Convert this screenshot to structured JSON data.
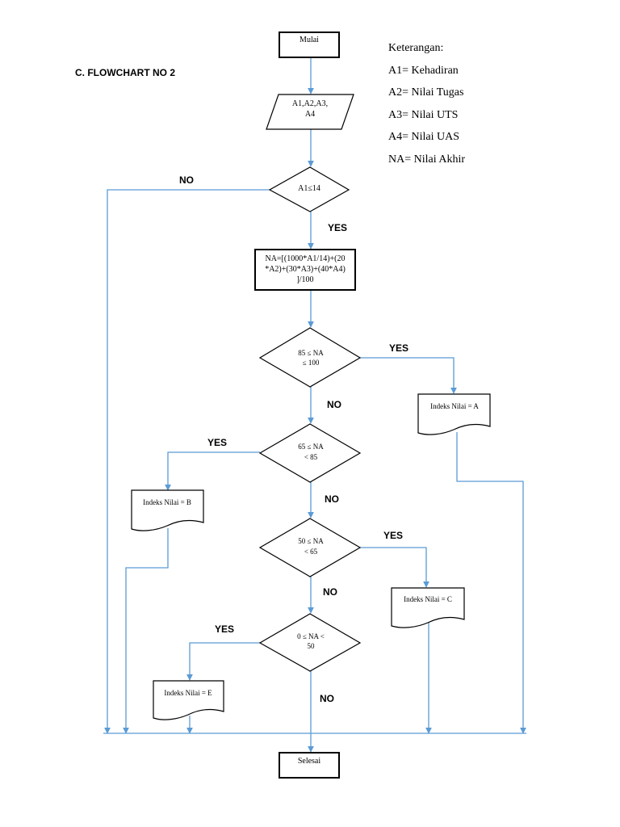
{
  "heading": "C. FLOWCHART NO 2",
  "legend": {
    "title": "Keterangan:",
    "items": [
      "A1= Kehadiran",
      "A2= Nilai Tugas",
      "A3= Nilai UTS",
      "A4= Nilai UAS",
      "NA= Nilai Akhir"
    ]
  },
  "nodes": {
    "start": "Mulai",
    "input": [
      "A1,A2,A3,",
      "A4"
    ],
    "check_attendance": "A1≤14",
    "compute": [
      "NA=[(1000*A1/14)+(20",
      "*A2)+(30*A3)+(40*A4)",
      "]/100"
    ],
    "decision_a": [
      "85 ≤ NA",
      "≤ 100"
    ],
    "decision_b": [
      "65 ≤ NA",
      "< 85"
    ],
    "decision_c": [
      "50 ≤ NA",
      "< 65"
    ],
    "decision_e": [
      "0 ≤ NA <",
      "50"
    ],
    "output_a": "Indeks Nilai = A",
    "output_b": "Indeks Nilai = B",
    "output_c": "Indeks Nilai = C",
    "output_e": "Indeks Nilai = E",
    "end": "Selesai"
  },
  "edge_labels": {
    "no_attendance": "NO",
    "yes_attendance": "YES",
    "yes_a": "YES",
    "no_a": "NO",
    "yes_b": "YES",
    "no_b": "NO",
    "yes_c": "YES",
    "no_c": "NO",
    "yes_e": "YES",
    "no_e": "NO"
  },
  "colors": {
    "connector": "#5b9bd5",
    "shape_stroke": "#000000"
  }
}
